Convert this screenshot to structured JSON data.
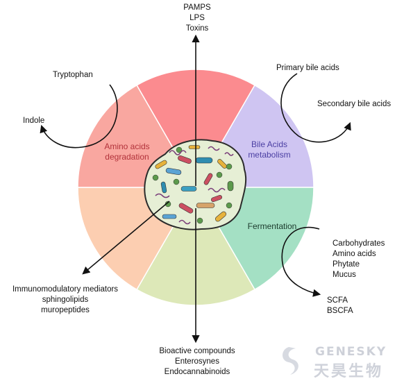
{
  "segments": {
    "amino": {
      "line1": "Amino acids",
      "line2": "degradation",
      "color": "#f9a7a0",
      "text_color": "#b2323a"
    },
    "top": {
      "color": "#fb8b8f"
    },
    "bile": {
      "line1": "Bile Acids",
      "line2": "metabolism",
      "color": "#cfc5f2",
      "text_color": "#4b3fa3"
    },
    "fermentation": {
      "label": "Fermentation",
      "color": "#a4e0c4",
      "text_color": "#1b3a2c"
    },
    "bottom": {
      "color": "#dde8b8"
    },
    "left_lower": {
      "color": "#fcceb1"
    }
  },
  "labels": {
    "top": [
      "PAMPS",
      "LPS",
      "Toxins"
    ],
    "tryptophan": "Tryptophan",
    "indole": "Indole",
    "primary_bile": "Primary bile acids",
    "secondary_bile": "Secondary bile acids",
    "fermentation_inputs": [
      "Carbohydrates",
      "Amino acids",
      "Phytate",
      "Mucus"
    ],
    "fermentation_outputs": [
      "SCFA",
      "BSCFA"
    ],
    "immuno": [
      "Immunomodulatory mediators",
      "sphingolipids",
      "muropeptides"
    ],
    "bottom": [
      "Bioactive compounds",
      "Enterosynes",
      "Endocannabinoids"
    ]
  },
  "watermark": {
    "latin": "GENESKY",
    "chinese": "天昊生物"
  },
  "microbiota": {
    "fill": "#e6efd5",
    "outline": "#2b2b2b"
  }
}
